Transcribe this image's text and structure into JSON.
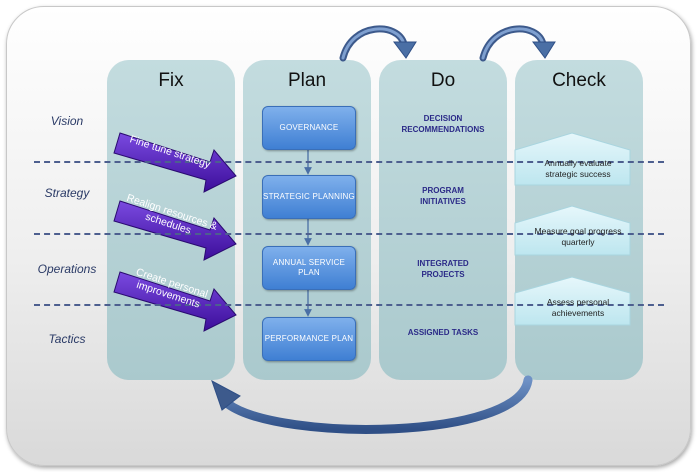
{
  "columns": [
    {
      "title": "Fix"
    },
    {
      "title": "Plan"
    },
    {
      "title": "Do"
    },
    {
      "title": "Check"
    }
  ],
  "rows": [
    "Vision",
    "Strategy",
    "Operations",
    "Tactics"
  ],
  "fix_arrows": [
    "Fine tune strategy",
    "Realign resources & schedules",
    "Create personal improvements"
  ],
  "plan_boxes": [
    "GOVERNANCE",
    "STRATEGIC PLANNING",
    "ANNUAL SERVICE PLAN",
    "PERFORMANCE PLAN"
  ],
  "do_items": [
    "DECISION RECOMMENDATIONS",
    "PROGRAM INITIATIVES",
    "INTEGRATED PROJECTS",
    "ASSIGNED TASKS"
  ],
  "check_items": [
    "Annually evaluate strategic success",
    "Measure goal progress quarterly",
    "Assess personal achievements"
  ],
  "colors": {
    "column_fill": "#b6d2d6",
    "plan_box": "#4a8ad8",
    "fix_arrow": "#5a1fc0",
    "check_arrow": "#cfeef4",
    "cycle_arrow": "#3d5a8c",
    "row_text": "#2a3a66",
    "do_text": "#2b2a88"
  }
}
